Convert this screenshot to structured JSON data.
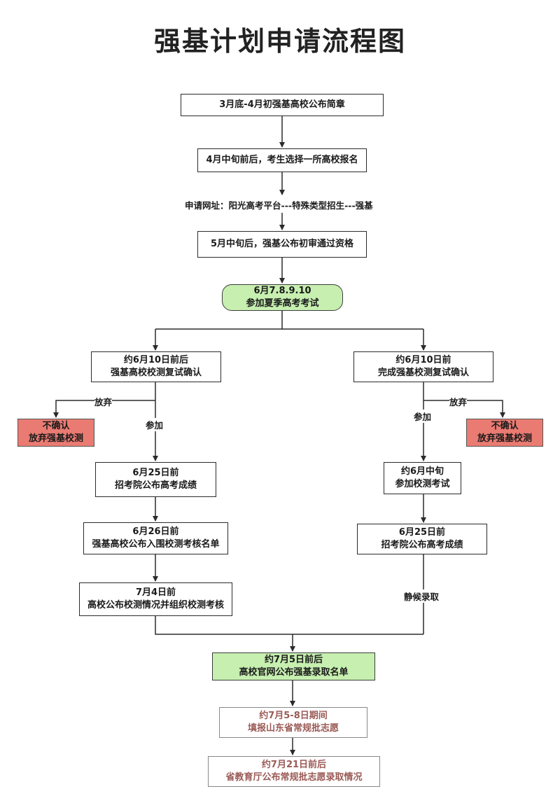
{
  "title": "强基计划申请流程图",
  "nodes": {
    "n1": {
      "text": "3月底-4月初强基高校公布简章"
    },
    "n2": {
      "text": "4月中旬前后，考生选择一所高校报名"
    },
    "n2_note": {
      "text": "申请网址：阳光高考平台---特殊类型招生---强基"
    },
    "n3": {
      "text": "5月中旬后，强基公布初审通过资格"
    },
    "n4": {
      "line1": "6月7.8.9.10",
      "line2": "参加夏季高考考试"
    },
    "left1": {
      "line1": "约6月10日前后",
      "line2": "强基高校校测复试确认"
    },
    "right1": {
      "line1": "约6月10日前",
      "line2": "完成强基校测复试确认"
    },
    "left_giveup": {
      "line1": "不确认",
      "line2": "放弃强基校测"
    },
    "right_giveup": {
      "line1": "不确认",
      "line2": "放弃强基校测"
    },
    "left2": {
      "line1": "6月25日前",
      "line2": "招考院公布高考成绩"
    },
    "left3": {
      "line1": "6月26日前",
      "line2": "强基高校公布入围校测考核名单"
    },
    "left4": {
      "line1": "7月4日前",
      "line2": "高校公布校测情况并组织校测考核"
    },
    "right2": {
      "line1": "约6月中旬",
      "line2": "参加校测考试"
    },
    "right3": {
      "line1": "6月25日前",
      "line2": "招考院公布高考成绩"
    },
    "merge": {
      "line1": "约7月5日前后",
      "line2": "高校官网公布强基录取名单"
    },
    "final1": {
      "line1": "约7月5-8日期间",
      "line2": "填报山东省常规批志愿"
    },
    "final2": {
      "line1": "约7月21日前后",
      "line2": "省教育厅公布常规批志愿录取情况"
    }
  },
  "edge_labels": {
    "left_giveup": "放弃",
    "left_join": "参加",
    "right_giveup": "放弃",
    "right_join": "参加",
    "right_wait": "静候录取"
  },
  "colors": {
    "green_fill": "#c6efb0",
    "red_fill": "#ea7b72",
    "muted_text": "#9a5a55"
  }
}
